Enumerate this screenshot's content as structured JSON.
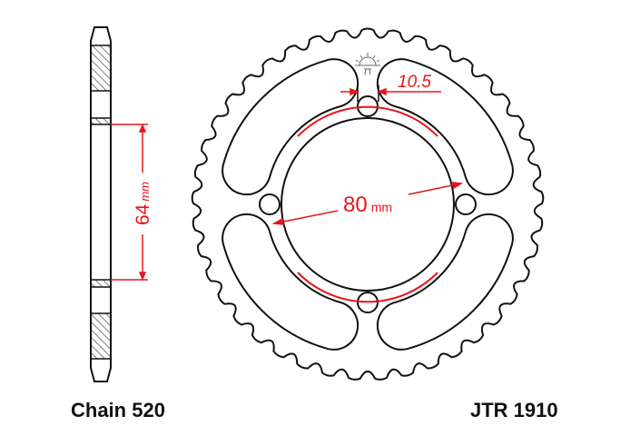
{
  "chain_label": "Chain 520",
  "part_number": "JTR 1910",
  "dimensions": {
    "center_bore_value": "80",
    "center_bore_unit": "mm",
    "offset_value": "64",
    "offset_unit": "mm",
    "bolt_hole": "10.5"
  },
  "colors": {
    "dimension": "#e8141b",
    "outline": "#111111"
  }
}
